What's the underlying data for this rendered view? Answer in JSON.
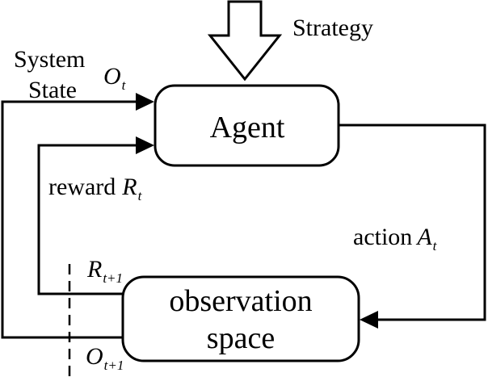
{
  "diagram": {
    "strategy_label": "Strategy",
    "system_state_line1": "System",
    "system_state_line2": "State",
    "o_t": {
      "base": "O",
      "sub": "t"
    },
    "agent_label": "Agent",
    "reward_word": "reward",
    "r_t": {
      "base": "R",
      "sub": "t"
    },
    "action_word": "action",
    "a_t": {
      "base": "A",
      "sub": "t"
    },
    "r_t1": {
      "base": "R",
      "sub": "t+1"
    },
    "observation_line1": "observation",
    "observation_line2": "space",
    "o_t1": {
      "base": "O",
      "sub": "t+1"
    }
  }
}
